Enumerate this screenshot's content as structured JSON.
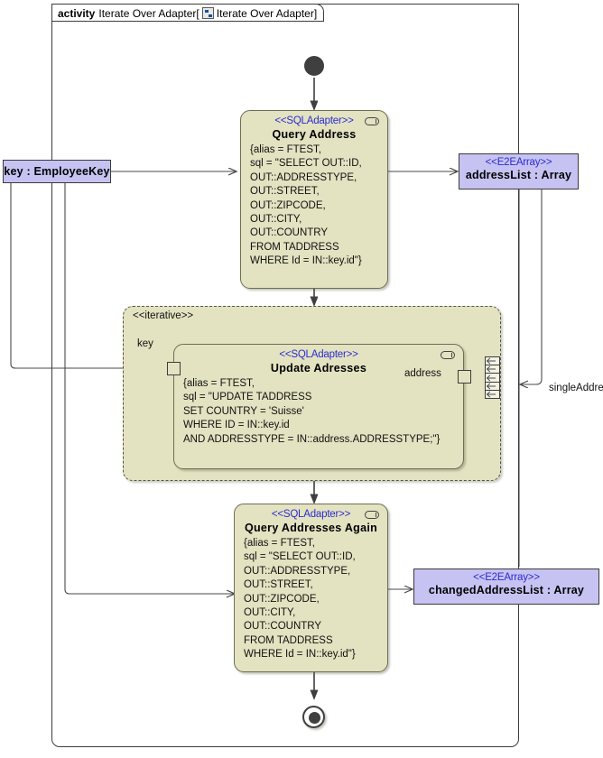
{
  "frame": {
    "keyword": "activity",
    "name": "Iterate Over Adapter",
    "bracket_open": "[",
    "bracket_close": "]",
    "diagram_ref": "Iterate Over Adapter",
    "icon": "activity-diagram-icon"
  },
  "nodes": {
    "initial": {
      "name": "initial-node"
    },
    "final": {
      "name": "activity-final-node"
    },
    "query_address": {
      "stereotype": "<<SQLAdapter>>",
      "name": "Query  Address",
      "body": "{alias = FTEST,\nsql = \"SELECT OUT::ID,\nOUT::ADDRESSTYPE,\nOUT::STREET,\nOUT::ZIPCODE,\nOUT::CITY,\nOUT::COUNTRY\nFROM TADDRESS\nWHERE Id = IN::key.id\"}",
      "rake_icon": "rake-icon"
    },
    "update_addresses": {
      "stereotype": "<<SQLAdapter>>",
      "name": "Update Adresses",
      "body": "{alias = FTEST,\nsql = \"UPDATE TADDRESS\nSET COUNTRY = 'Suisse'\nWHERE ID = IN::key.id\nAND ADDRESSTYPE = IN::address.ADDRESSTYPE;\"}",
      "rake_icon": "rake-icon",
      "in_pin_label": "key",
      "out_pin_label": "address"
    },
    "query_addresses_again": {
      "stereotype": "<<SQLAdapter>>",
      "name": "Query  Addresses Again",
      "body": "{alias = FTEST,\nsql = \"SELECT OUT::ID,\nOUT::ADDRESSTYPE,\nOUT::STREET,\nOUT::ZIPCODE,\nOUT::CITY,\nOUT::COUNTRY\nFROM TADDRESS\nWHERE Id = IN::key.id\"}",
      "rake_icon": "rake-icon"
    }
  },
  "region": {
    "stereotype": "<<iterative>>"
  },
  "objects": {
    "key": {
      "label": "key : EmployeeKey"
    },
    "address_list": {
      "stereotype": "<<E2EArray>>",
      "label": "addressList : Array"
    },
    "changed_address_list": {
      "stereotype": "<<E2EArray>>",
      "label": "changedAddressList : Array"
    }
  },
  "labels": {
    "single_address": "singleAddress"
  },
  "colors": {
    "action_fill": "#e3e2c1",
    "action_stroke": "#6e6e55",
    "object_fill": "#c6c3f2",
    "stereotype_text": "#2b2bd0",
    "edge": "#4a4a4a",
    "frame_stroke": "#3c3c3c"
  }
}
